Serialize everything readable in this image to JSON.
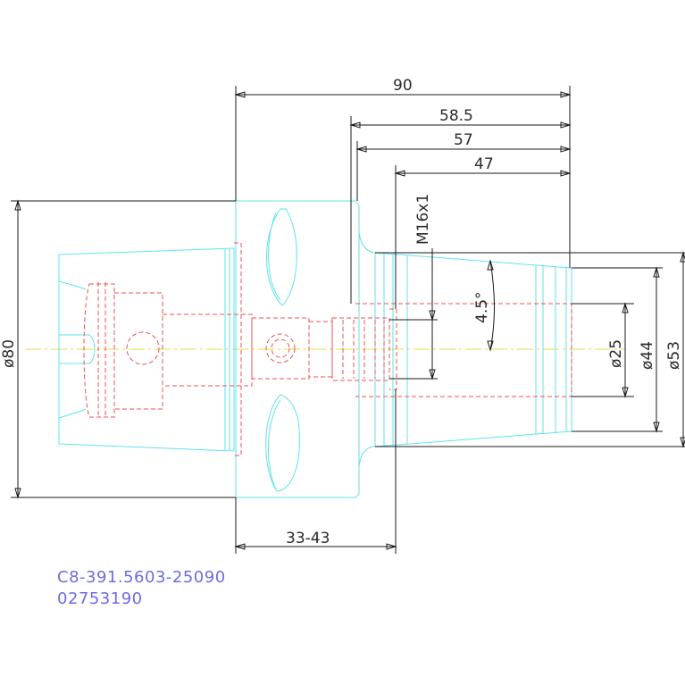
{
  "dimensions": {
    "overall_length": "90",
    "length_58_5": "58.5",
    "length_57": "57",
    "length_47": "47",
    "clamp_length": "33-43",
    "flange_diameter": "ø80",
    "bore_diameter": "ø25",
    "diameter_44": "ø44",
    "diameter_53": "ø53",
    "thread": "M16x1",
    "taper_angle": "4.5°"
  },
  "title_block": {
    "part_number": "C8-391.5603-25090",
    "order_number": "02753190"
  },
  "colors": {
    "outline": "#5fe3ea",
    "hidden_lines": "#f05050",
    "dimensions": "#1a1a1a",
    "center_line": "#ecd84a",
    "text_code": "#6c6ce0"
  }
}
